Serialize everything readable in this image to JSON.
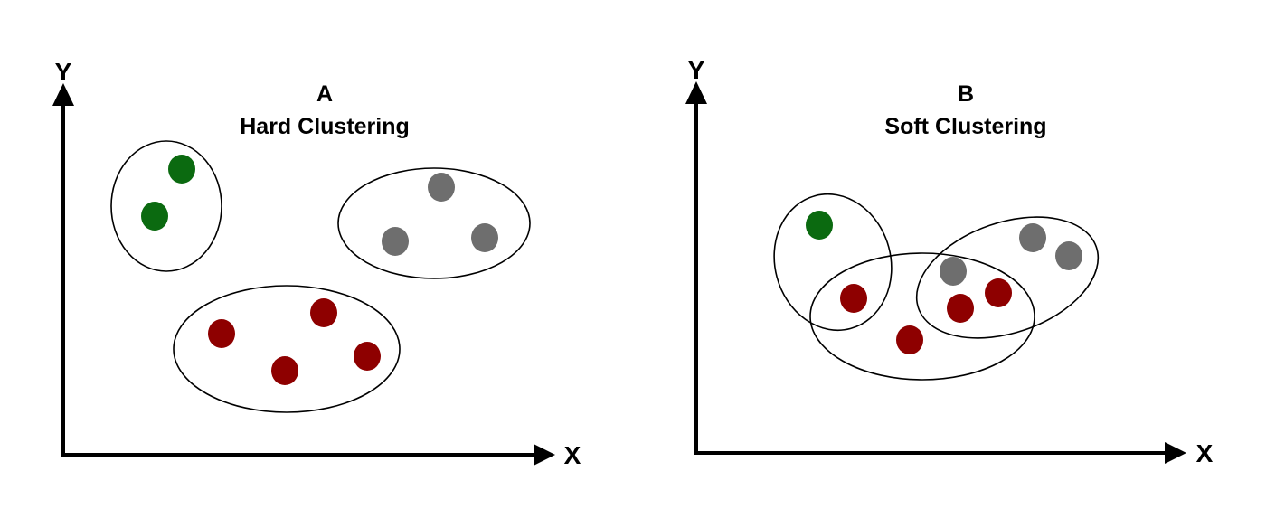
{
  "colors": {
    "green": "#0b6a10",
    "red": "#8e0000",
    "gray": "#6e6e6e"
  },
  "panel_a": {
    "letter": "A",
    "title": "Hard Clustering",
    "x_axis_label": "X",
    "y_axis_label": "Y",
    "clusters": [
      {
        "name": "green-cluster",
        "color": "green",
        "point_count": 2
      },
      {
        "name": "gray-cluster",
        "color": "gray",
        "point_count": 3
      },
      {
        "name": "red-cluster",
        "color": "red",
        "point_count": 4
      }
    ]
  },
  "panel_b": {
    "letter": "B",
    "title": "Soft Clustering",
    "x_axis_label": "X",
    "y_axis_label": "Y",
    "clusters": [
      {
        "name": "left-cluster",
        "colors_inside": [
          "green",
          "red"
        ]
      },
      {
        "name": "middle-cluster",
        "colors_inside": [
          "red"
        ]
      },
      {
        "name": "right-cluster",
        "colors_inside": [
          "gray",
          "red"
        ]
      }
    ]
  }
}
